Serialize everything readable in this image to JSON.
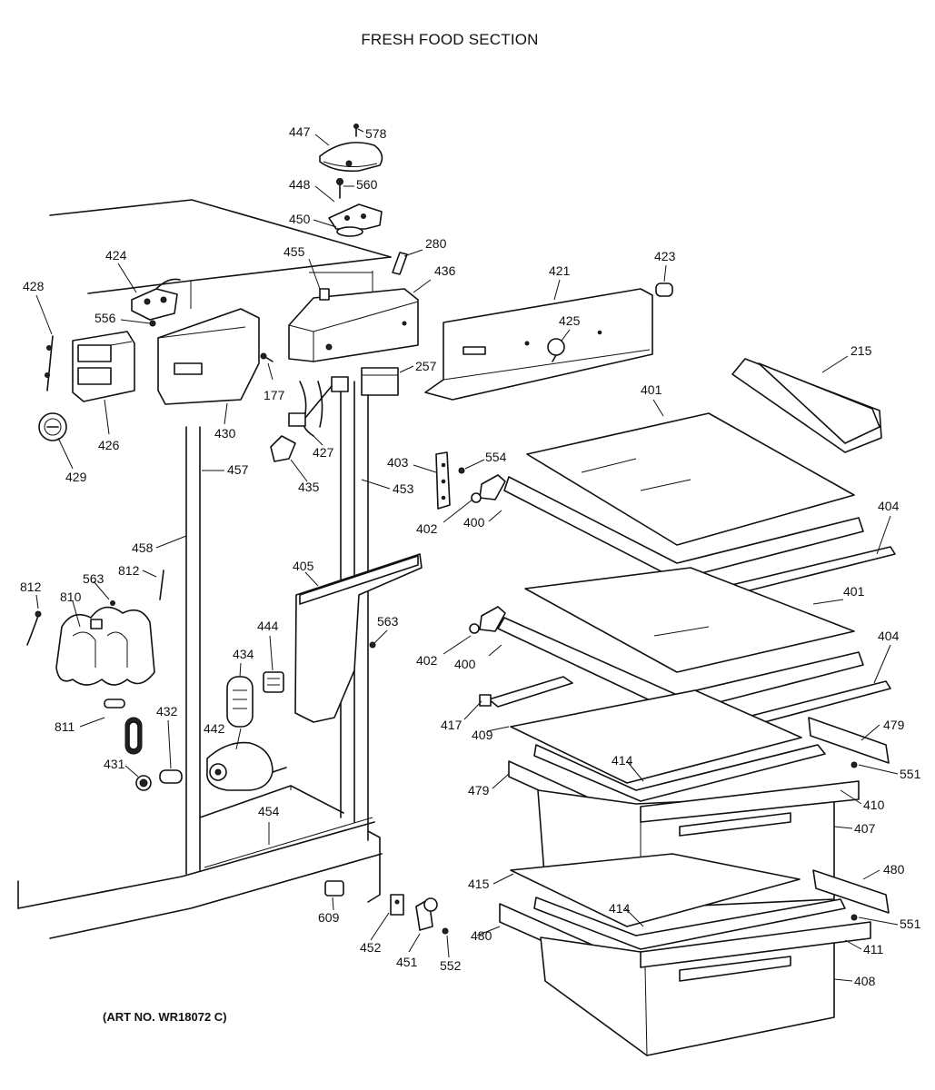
{
  "title": "FRESH FOOD SECTION",
  "art_number": "(ART NO. WR18072 C)",
  "callouts": [
    {
      "id": "c578",
      "label": "578"
    },
    {
      "id": "c447",
      "label": "447"
    },
    {
      "id": "c448",
      "label": "448"
    },
    {
      "id": "c560",
      "label": "560"
    },
    {
      "id": "c450",
      "label": "450"
    },
    {
      "id": "c280",
      "label": "280"
    },
    {
      "id": "c455",
      "label": "455"
    },
    {
      "id": "c436",
      "label": "436"
    },
    {
      "id": "c421",
      "label": "421"
    },
    {
      "id": "c423",
      "label": "423"
    },
    {
      "id": "c425",
      "label": "425"
    },
    {
      "id": "c424",
      "label": "424"
    },
    {
      "id": "c428",
      "label": "428"
    },
    {
      "id": "c556",
      "label": "556"
    },
    {
      "id": "c177",
      "label": "177"
    },
    {
      "id": "c257",
      "label": "257"
    },
    {
      "id": "c215",
      "label": "215"
    },
    {
      "id": "c401a",
      "label": "401"
    },
    {
      "id": "c426",
      "label": "426"
    },
    {
      "id": "c430",
      "label": "430"
    },
    {
      "id": "c427",
      "label": "427"
    },
    {
      "id": "c429",
      "label": "429"
    },
    {
      "id": "c457",
      "label": "457"
    },
    {
      "id": "c435",
      "label": "435"
    },
    {
      "id": "c403",
      "label": "403"
    },
    {
      "id": "c554",
      "label": "554"
    },
    {
      "id": "c453",
      "label": "453"
    },
    {
      "id": "c402a",
      "label": "402"
    },
    {
      "id": "c400a",
      "label": "400"
    },
    {
      "id": "c404a",
      "label": "404"
    },
    {
      "id": "c458",
      "label": "458"
    },
    {
      "id": "c405",
      "label": "405"
    },
    {
      "id": "c812a",
      "label": "812"
    },
    {
      "id": "c563a",
      "label": "563"
    },
    {
      "id": "c812b",
      "label": "812"
    },
    {
      "id": "c810",
      "label": "810"
    },
    {
      "id": "c401b",
      "label": "401"
    },
    {
      "id": "c563b",
      "label": "563"
    },
    {
      "id": "c444",
      "label": "444"
    },
    {
      "id": "c404b",
      "label": "404"
    },
    {
      "id": "c434",
      "label": "434"
    },
    {
      "id": "c402b",
      "label": "402"
    },
    {
      "id": "c400b",
      "label": "400"
    },
    {
      "id": "c432",
      "label": "432"
    },
    {
      "id": "c811",
      "label": "811"
    },
    {
      "id": "c417",
      "label": "417"
    },
    {
      "id": "c479a",
      "label": "479"
    },
    {
      "id": "c442",
      "label": "442"
    },
    {
      "id": "c409",
      "label": "409"
    },
    {
      "id": "c431",
      "label": "431"
    },
    {
      "id": "c414a",
      "label": "414"
    },
    {
      "id": "c551a",
      "label": "551"
    },
    {
      "id": "c479b",
      "label": "479"
    },
    {
      "id": "c410",
      "label": "410"
    },
    {
      "id": "c454",
      "label": "454"
    },
    {
      "id": "c407",
      "label": "407"
    },
    {
      "id": "c480a",
      "label": "480"
    },
    {
      "id": "c415",
      "label": "415"
    },
    {
      "id": "c609",
      "label": "609"
    },
    {
      "id": "c414b",
      "label": "414"
    },
    {
      "id": "c551b",
      "label": "551"
    },
    {
      "id": "c480b",
      "label": "480"
    },
    {
      "id": "c411",
      "label": "411"
    },
    {
      "id": "c452",
      "label": "452"
    },
    {
      "id": "c451",
      "label": "451"
    },
    {
      "id": "c552",
      "label": "552"
    },
    {
      "id": "c408",
      "label": "408"
    }
  ]
}
